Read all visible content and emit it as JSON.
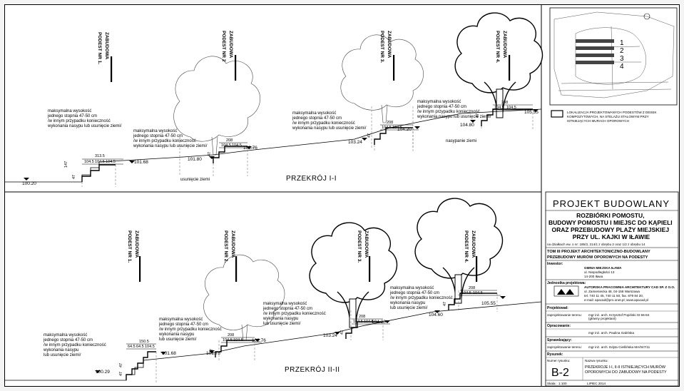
{
  "sections": [
    {
      "title": "PRZEKRÓJ I-I",
      "podests": [
        {
          "line1": "ZABUDOWA",
          "line2": "PODEST NR 1."
        },
        {
          "line1": "ZABUDOWA",
          "line2": "PODEST NR 2"
        },
        {
          "line1": "ZABUDOWA",
          "line2": "PODEST NR 3."
        },
        {
          "line1": "ZABUDOWA",
          "line2": "PODEST NR 4."
        }
      ],
      "notes": [
        [
          "maksymalna wysokość",
          "jednego stopnia 47-50 cm",
          "/w innym przypadku konieczność",
          "wykonania nasypu lub usunięcie ziemi/"
        ],
        [
          "maksymalna wysokość",
          "jednego stopnia 47-50 cm",
          "/w innym przypadku konieczność",
          "wykonania nasypu lub usunięcie ziemi/"
        ],
        [
          "maksymalna wysokość",
          "jednego stopnia 47-50 cm",
          "/w innym przypadku konieczność",
          "wykonania nasypu lub usunięcie ziemi/"
        ],
        [
          "maksymalna wysokość",
          "jednego stopnia 47-50 cm",
          "/w innym przypadku konieczność",
          "wykonania nasypu lub usunięcie ziemi/"
        ]
      ],
      "levels": [
        "100.20",
        "101.68",
        "101.80",
        "102.76",
        "103.24",
        "104.20",
        "104.80",
        "105.55"
      ],
      "dims": [
        "313.5",
        "104.5",
        "104.5",
        "104.5",
        "208",
        "104.5",
        "104.5",
        "208",
        "104.5",
        "104.5",
        "208",
        "104.5",
        "104.5",
        "147",
        "47",
        "47",
        "47",
        "47"
      ],
      "extra": [
        "usunięcie ziemi",
        "nasypanie ziemi"
      ]
    },
    {
      "title": "PRZEKRÓJ II-II",
      "podests": [
        {
          "line1": "ZABUDOWA",
          "line2": "PODEST NR 1."
        },
        {
          "line1": "ZABUDOWA",
          "line2": "PODEST NR 2."
        },
        {
          "line1": "ZABUDOWA",
          "line2": "PODEST NR 3."
        },
        {
          "line1": "ZABUDOWA",
          "line2": "PODEST NR 4."
        }
      ],
      "notes": [
        [
          "maksymalna wysokość",
          "jednego stopnia 47-50 cm",
          "/w innym przypadku konieczność",
          "wykonania nasypu",
          "lub usunięcie ziemi/"
        ],
        [
          "maksymalna wysokość",
          "jednego stopnia 47-50 cm",
          "/w innym przypadku konieczność",
          "wykonania nasypu",
          "lub usunięcie ziemi/"
        ],
        [
          "maksymalna wysokość",
          "jednego stopnia 47-50 cm",
          "/w innym przypadku konieczność",
          "wykonania nasypu",
          "lub usunięcie ziemi/"
        ],
        [
          "maksymalna wysokość",
          "jednego stopnia 47-50 cm",
          "/w innym przypadku konieczność",
          "wykonania nasypu",
          "lub usunięcie ziemi/"
        ]
      ],
      "levels": [
        "100.29",
        "101.68",
        "101.78",
        "102.76",
        "103.24",
        "104.20",
        "104.60",
        "105.55"
      ],
      "dims": [
        "150.5",
        "64.5",
        "64.5",
        "104.5",
        "208",
        "104.5",
        "104.5",
        "208",
        "104.5",
        "104.5",
        "208",
        "104.5",
        "104.5",
        "47",
        "47",
        "47",
        "47",
        "47"
      ]
    }
  ],
  "location": {
    "numbers": [
      "1",
      "2",
      "3",
      "4"
    ],
    "legend": [
      "LOKALIZACJA PROJEKTOWANYCH PODESTÓW Z DESEK",
      "KOMPOZYTOWYCH, NA STELAŻU STALOWYM PRZY",
      "ISTNIEJĄCYCH MURACH OPOROWYCH"
    ]
  },
  "titleblock": {
    "heading": "PROJEKT BUDOWLANY",
    "project": [
      "ROZBIÓRKI POMOSTU,",
      "BUDOWY POMOSTU I MIEJSC DO KĄPIELI",
      "ORAZ PRZEBUDOWY PLAŻY MIEJSKIEJ",
      "PRZY UL. KAJKI W IŁAWIE"
    ],
    "parcel": "na działkach ew. o nr: 185/3, 214/1 z obrębu 2 oraz 1/2 z obrębu 14",
    "scope": [
      "TOM III PROJEKT ARCHITEKTONICZNO-BUDOWLANY",
      "PRZEBUDOWY MURÓW OPOROWYCH NA PODESTY"
    ],
    "investor_label": "Inwestor:",
    "investor": [
      "GMINA MIEJSKA IŁAWA",
      "ul. Niepodległości 13",
      "14-200 Iława"
    ],
    "unit_label": "Jednostka projektowa:",
    "unit": [
      "AUTORSKA PRACOWNIA ARCHITEKTURY CAD SP. Z O.O.",
      "ul. Zamieniecka 48, 04-158 Warszawa",
      "tel. 740 11 45, 740 11 50, fax. 879 84 20,",
      "e-mail: apacad@pro.onet.pl; www.apacad.pl"
    ],
    "designer_label": "Projektował:",
    "designer_role": "zaprojektowanie terenu:",
    "designer": "mgr inż. arch. Krzysztof Popiński    St 56-84",
    "designer_note": "(główny projektant)",
    "drafted_label": "Opracowanie:",
    "drafted": "mgr inż. arch. Paulina Gabńska",
    "checked_label": "Sprawdzający:",
    "checked_role": "zaprojektowanie terenu:",
    "checked": "mgr inż. arch. Edyta Cieślińska    MA/047/11",
    "drawing_label": "Rysunek:",
    "number_label": "Numer rysunku:",
    "name_label": "Nazwa rysunku:",
    "number": "B-2",
    "name": [
      "PRZEKROJE I-I, II-II  ISTNIEJĄCYCH MURÓW",
      "OPOROWYCH DO ZABUDOWY NA PODESTY"
    ],
    "scale_label": "Skala:",
    "scale": "1:100",
    "date": "LIPIEC 2014"
  }
}
